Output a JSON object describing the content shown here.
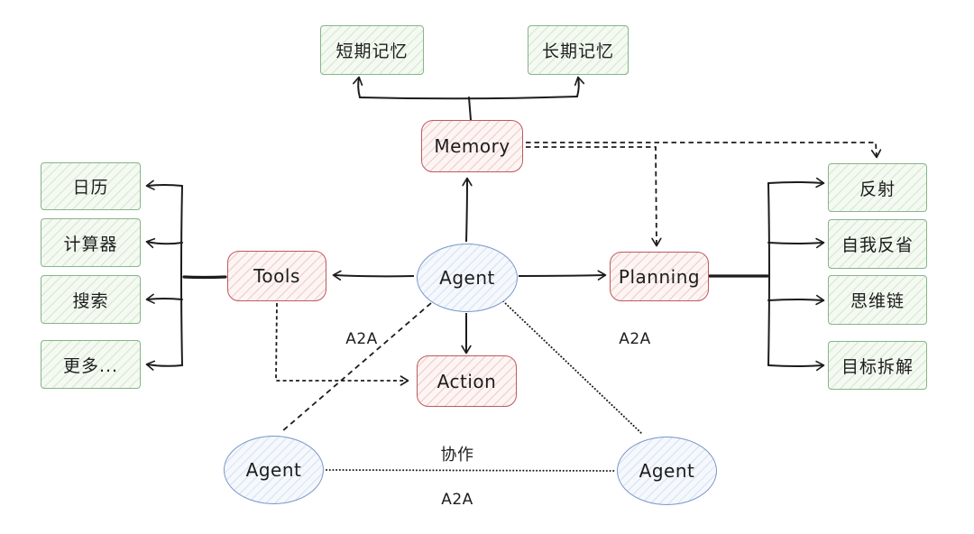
{
  "colors": {
    "green_stroke": "#87b587",
    "green_hatch": "#dcead8",
    "green_bg": "#f4faf2",
    "red_stroke": "#bd5a5e",
    "red_hatch": "#f2d4d2",
    "red_bg": "#fdf5f4",
    "blue_stroke": "#7b97c9",
    "blue_hatch": "#dde6f3",
    "blue_bg": "#f5f8fc",
    "line": "#1c1c1c",
    "text": "#1d1d1d"
  },
  "nodes": {
    "agent_center": {
      "label": "Agent"
    },
    "memory": {
      "label": "Memory"
    },
    "tools": {
      "label": "Tools"
    },
    "planning": {
      "label": "Planning"
    },
    "action": {
      "label": "Action"
    },
    "agent_bottom_left": {
      "label": "Agent"
    },
    "agent_bottom_right": {
      "label": "Agent"
    },
    "memory_children": [
      {
        "label": "短期记忆"
      },
      {
        "label": "长期记忆"
      }
    ],
    "tools_children": [
      {
        "label": "日历"
      },
      {
        "label": "计算器"
      },
      {
        "label": "搜索"
      },
      {
        "label": "更多..."
      }
    ],
    "planning_children": [
      {
        "label": "反射"
      },
      {
        "label": "自我反省"
      },
      {
        "label": "思维链"
      },
      {
        "label": "目标拆解"
      }
    ]
  },
  "edge_labels": {
    "a2a_left": "A2A",
    "a2a_right": "A2A",
    "a2a_bottom": "A2A",
    "collaboration": "协作"
  }
}
